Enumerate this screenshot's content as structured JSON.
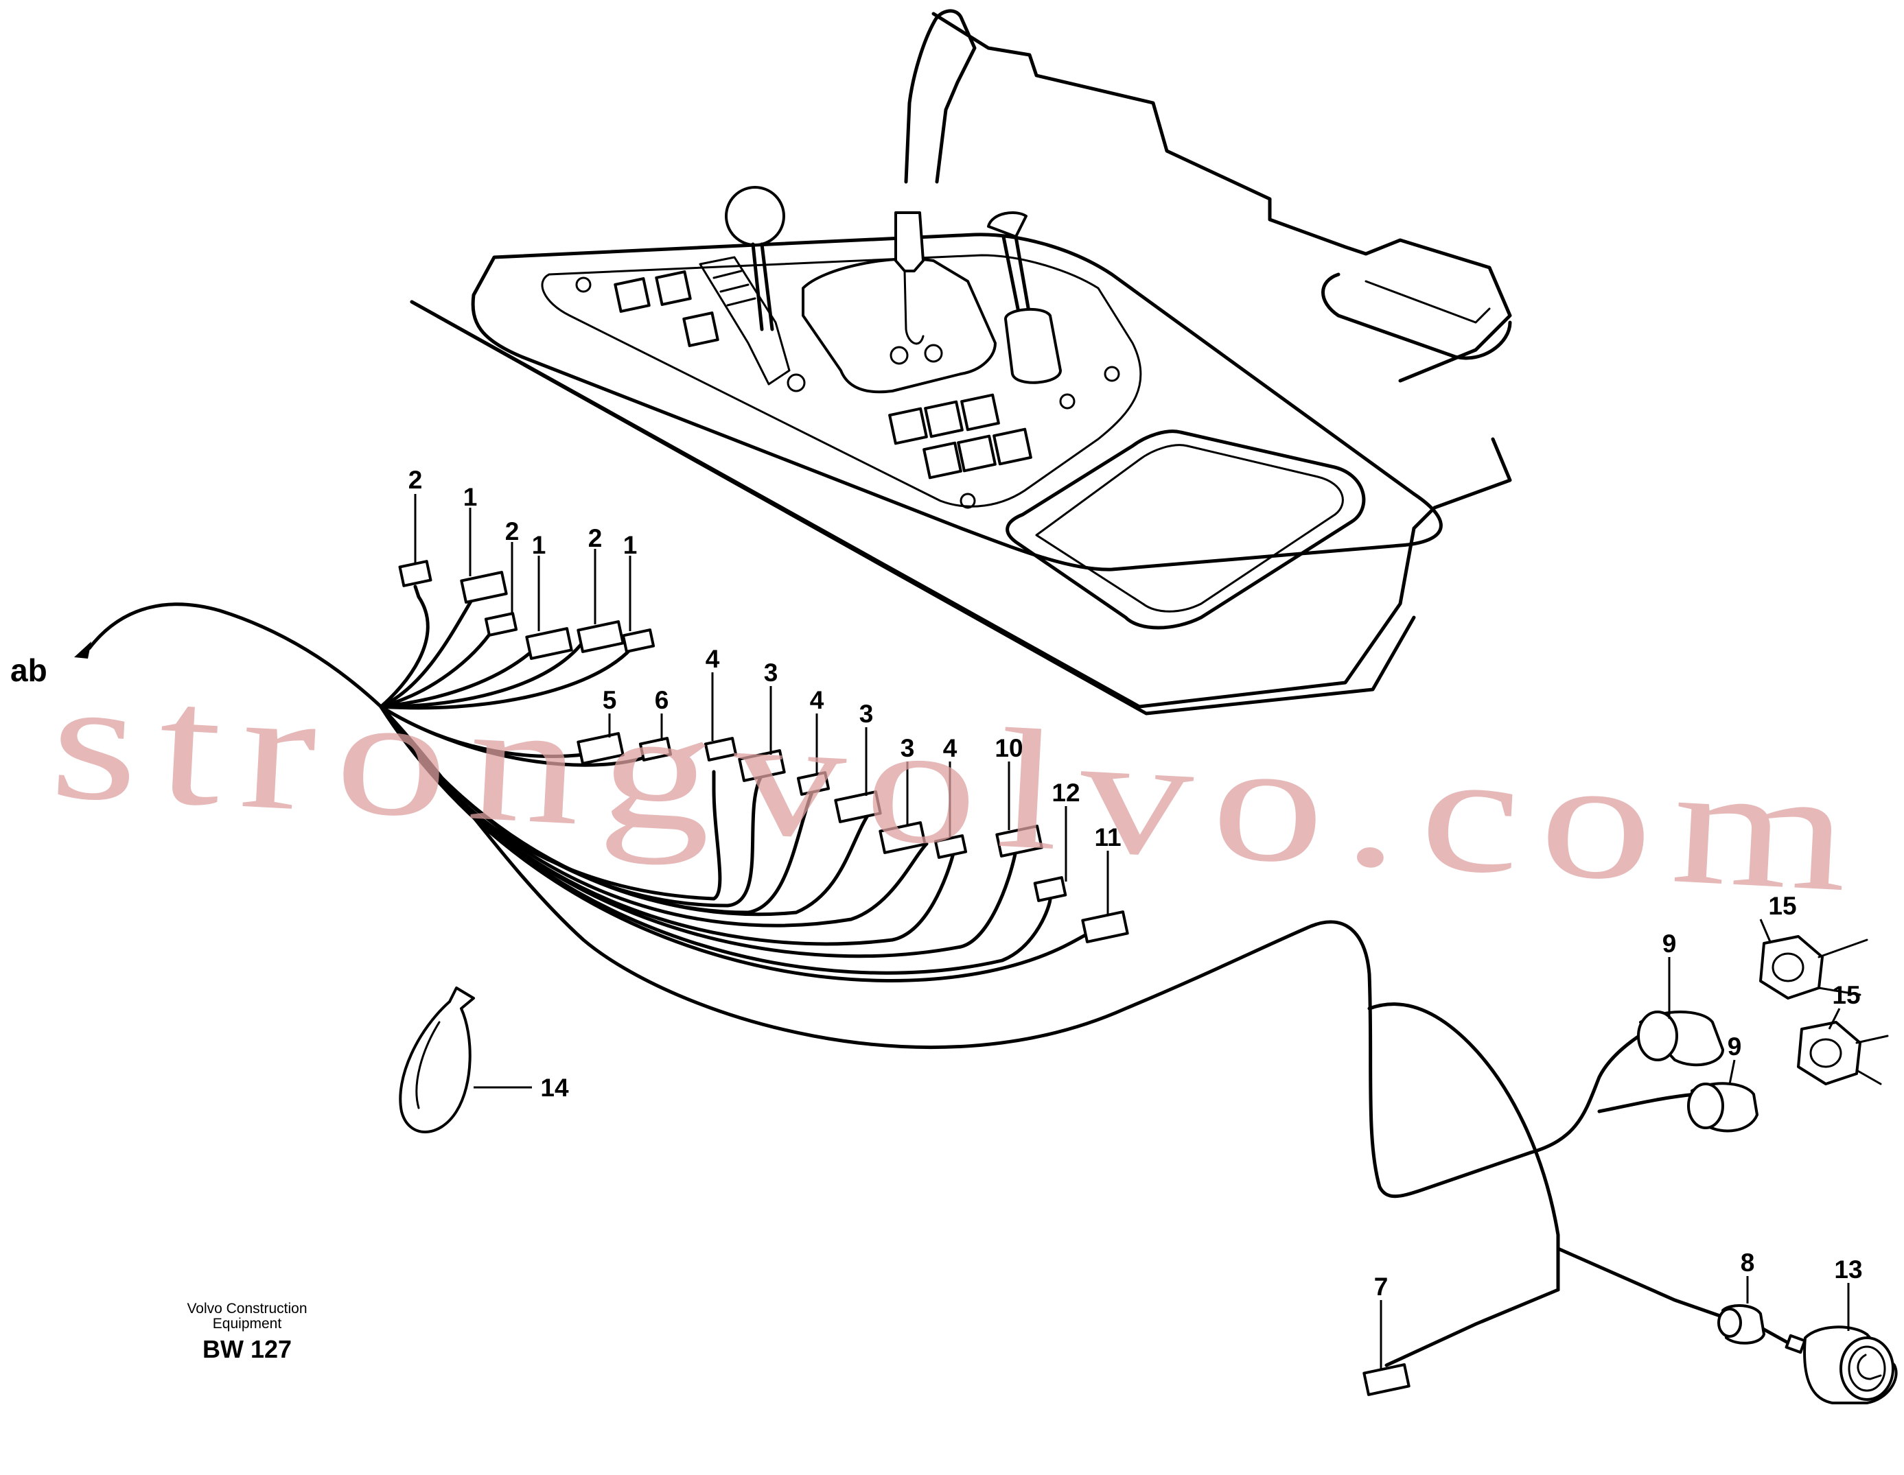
{
  "ref_label": "ab",
  "footer": {
    "line1": "Volvo Construction",
    "line2": "Equipment",
    "code": "BW 127"
  },
  "watermark": "strongvolvo.com",
  "callouts": [
    "2",
    "1",
    "2",
    "1",
    "2",
    "1",
    "5",
    "6",
    "4",
    "3",
    "4",
    "3",
    "3",
    "4",
    "10",
    "12",
    "11",
    "14",
    "9",
    "15",
    "15",
    "9",
    "8",
    "13",
    "7"
  ]
}
